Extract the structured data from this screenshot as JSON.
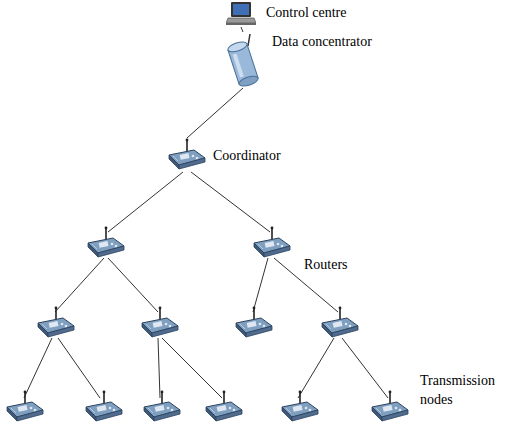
{
  "diagram": {
    "nodes": [
      {
        "text": [
          "Control centre"
        ]
      },
      {
        "text": [
          "Data concentrator"
        ]
      },
      {
        "text": [
          "Coordinator"
        ]
      }
    ],
    "edges": [
      {
        "from": 0,
        "to": 1,
        "arrow": "none"
      },
      {
        "from": 1,
        "to": 2,
        "arrow": "none"
      }
    ],
    "labels": [
      "Routers",
      "Transmission nodes"
    ]
  }
}
